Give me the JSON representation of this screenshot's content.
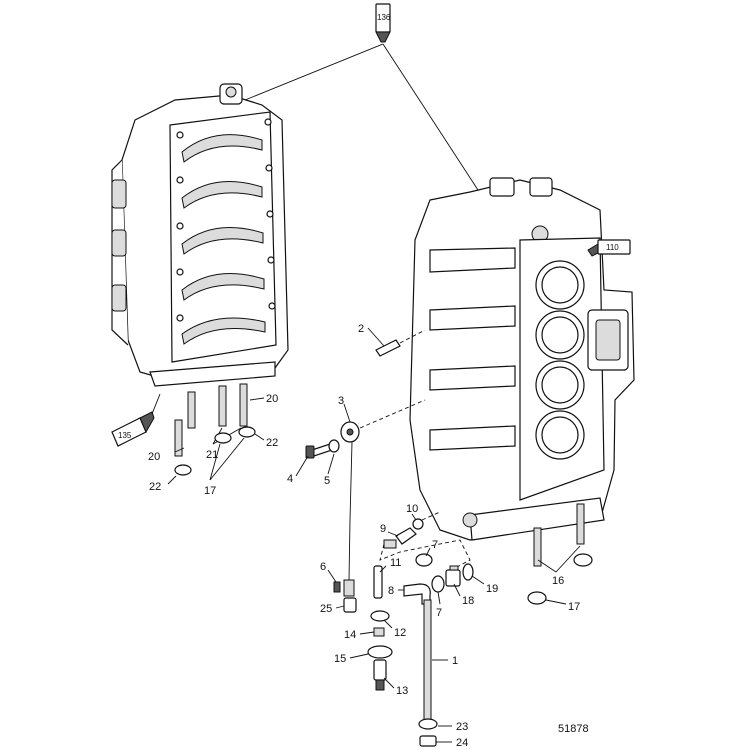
{
  "diagram": {
    "figure_number": "51878",
    "sealant_tubes": [
      {
        "id": "t136",
        "label": "136"
      },
      {
        "id": "t110",
        "label": "110"
      },
      {
        "id": "t135",
        "label": "135"
      }
    ],
    "callouts": [
      {
        "id": "c2",
        "label": "2"
      },
      {
        "id": "c3",
        "label": "3"
      },
      {
        "id": "c4",
        "label": "4"
      },
      {
        "id": "c5",
        "label": "5"
      },
      {
        "id": "c20a",
        "label": "20"
      },
      {
        "id": "c20b",
        "label": "20"
      },
      {
        "id": "c21",
        "label": "21"
      },
      {
        "id": "c22a",
        "label": "22"
      },
      {
        "id": "c22b",
        "label": "22"
      },
      {
        "id": "c17a",
        "label": "17"
      },
      {
        "id": "c10",
        "label": "10"
      },
      {
        "id": "c9",
        "label": "9"
      },
      {
        "id": "c7a",
        "label": "7"
      },
      {
        "id": "c11",
        "label": "11"
      },
      {
        "id": "c6",
        "label": "6"
      },
      {
        "id": "c8",
        "label": "8"
      },
      {
        "id": "c7b",
        "label": "7"
      },
      {
        "id": "c18",
        "label": "18"
      },
      {
        "id": "c19",
        "label": "19"
      },
      {
        "id": "c25",
        "label": "25"
      },
      {
        "id": "c12",
        "label": "12"
      },
      {
        "id": "c14",
        "label": "14"
      },
      {
        "id": "c15",
        "label": "15"
      },
      {
        "id": "c13",
        "label": "13"
      },
      {
        "id": "c1",
        "label": "1"
      },
      {
        "id": "c23",
        "label": "23"
      },
      {
        "id": "c24",
        "label": "24"
      },
      {
        "id": "c16",
        "label": "16"
      },
      {
        "id": "c17b",
        "label": "17"
      }
    ]
  }
}
